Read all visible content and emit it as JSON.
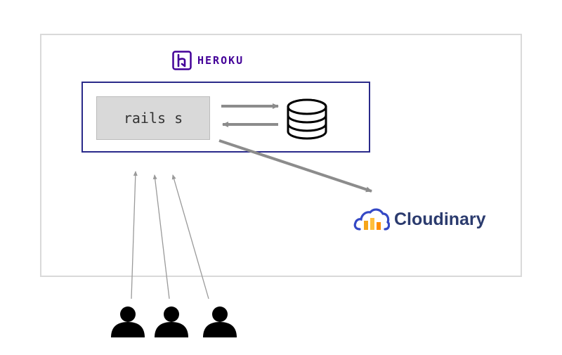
{
  "heroku": {
    "label": "HEROKU",
    "brand_color": "#430098"
  },
  "server": {
    "command": "rails s"
  },
  "database": {
    "icon": "database-icon"
  },
  "cloudinary": {
    "label": "Cloudinary",
    "brand_color": "#2b3b6e",
    "accent_colors": [
      "#3448c5",
      "#f6a51a",
      "#ff8c00"
    ]
  },
  "users": {
    "icon": "user-icon",
    "count": 3
  },
  "colors": {
    "frame_border": "#d9d9d9",
    "dyno_border": "#2a2a8a",
    "rails_fill": "#d9d9d9",
    "arrow_thick": "#8c8c8c",
    "arrow_thin": "#9a9a9a"
  }
}
